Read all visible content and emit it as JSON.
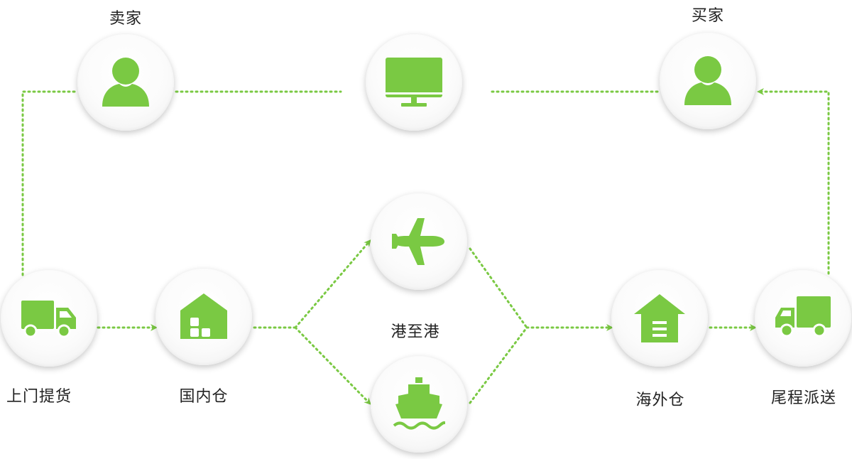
{
  "colors": {
    "accent": "#7ac943",
    "node_bg": "#fafafa",
    "text": "#222222"
  },
  "nodes": {
    "seller": {
      "label": "卖家",
      "icon": "user-icon"
    },
    "platform": {
      "icon": "monitor-icon"
    },
    "buyer": {
      "label": "买家",
      "icon": "user-icon"
    },
    "pickup": {
      "label": "上门提货",
      "icon": "truck-icon"
    },
    "domestic_warehouse": {
      "label": "国内仓",
      "icon": "warehouse-icon"
    },
    "air": {
      "icon": "airplane-icon"
    },
    "port_to_port": {
      "label": "港至港"
    },
    "sea": {
      "icon": "ship-icon"
    },
    "overseas_warehouse": {
      "label": "海外仓",
      "icon": "warehouse-icon"
    },
    "last_mile": {
      "label": "尾程派送",
      "icon": "truck-icon"
    }
  }
}
